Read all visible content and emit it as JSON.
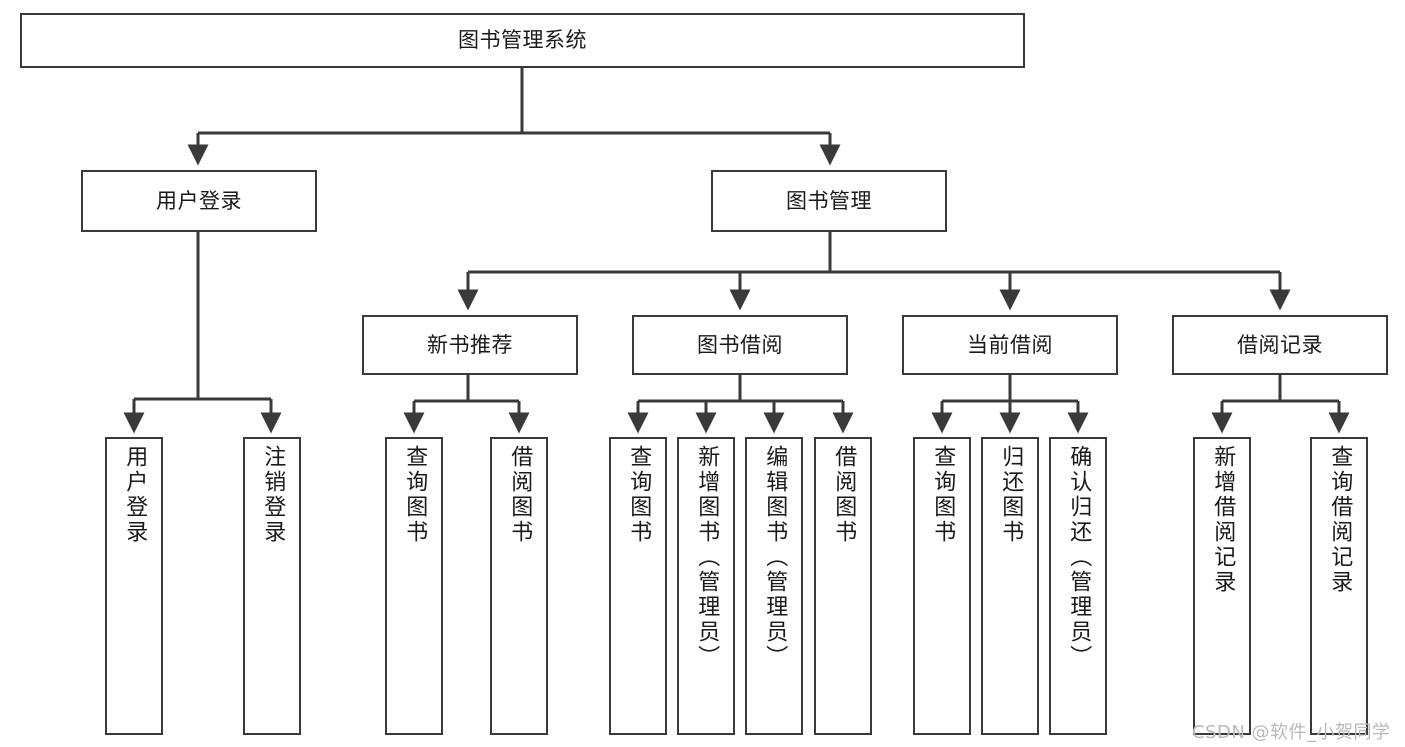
{
  "diagram": {
    "title": "图书管理系统",
    "type": "hierarchy-tree",
    "watermark": "CSDN @软件_小贺同学",
    "colors": {
      "stroke": "#3a3a3a",
      "fill": "#ffffff",
      "text": "#1a1a1a",
      "watermark": "#b9b9b9"
    },
    "levels": {
      "root": {
        "label": "图书管理系统"
      },
      "level2": [
        {
          "label": "用户登录"
        },
        {
          "label": "图书管理"
        }
      ],
      "level3": [
        {
          "label": "新书推荐"
        },
        {
          "label": "图书借阅"
        },
        {
          "label": "当前借阅"
        },
        {
          "label": "借阅记录"
        }
      ],
      "leaves": [
        {
          "label": "用户登录",
          "parent": "用户登录"
        },
        {
          "label": "注销登录",
          "parent": "用户登录"
        },
        {
          "label": "查询图书",
          "parent": "新书推荐"
        },
        {
          "label": "借阅图书",
          "parent": "新书推荐"
        },
        {
          "label": "查询图书",
          "parent": "图书借阅"
        },
        {
          "label": "新增图书（管理员）",
          "parent": "图书借阅"
        },
        {
          "label": "编辑图书（管理员）",
          "parent": "图书借阅"
        },
        {
          "label": "借阅图书",
          "parent": "图书借阅"
        },
        {
          "label": "查询图书",
          "parent": "当前借阅"
        },
        {
          "label": "归还图书",
          "parent": "当前借阅"
        },
        {
          "label": "确认归还（管理员）",
          "parent": "当前借阅"
        },
        {
          "label": "新增借阅记录",
          "parent": "借阅记录"
        },
        {
          "label": "查询借阅记录",
          "parent": "借阅记录"
        }
      ]
    }
  }
}
